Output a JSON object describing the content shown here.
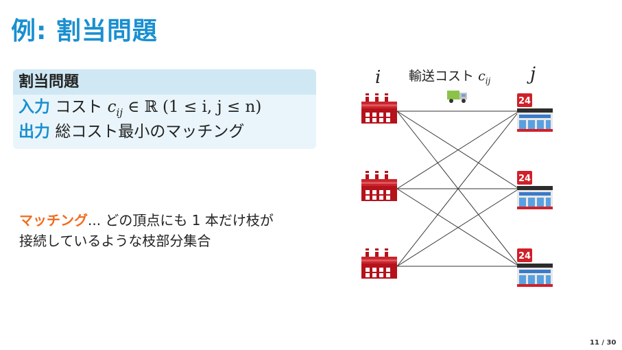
{
  "title": "例: 割当問題",
  "definition": {
    "header": "割当問題",
    "input": {
      "keyword": "入力",
      "text": "コスト",
      "math": "c",
      "math_sub": "ij",
      "math_rest": " ∈ ℝ (1 ≤ i, j ≤ n)"
    },
    "output": {
      "keyword": "出力",
      "text": "総コスト最小のマッチング"
    }
  },
  "matching": {
    "term": "マッチング",
    "line1_rest": "... どの頂点にも 1 本だけ枝が",
    "line2": "接続しているような枝部分集合"
  },
  "graph": {
    "left_label": "i",
    "right_label": "j",
    "cost_label": "輸送コスト",
    "cost_math": "c",
    "cost_math_sub": "ij",
    "left_icon": "factory-icon",
    "right_icon": "convenience-store-icon",
    "store_sign": "24",
    "truck_icon": "truck-icon",
    "edges": [
      [
        0,
        0
      ],
      [
        0,
        1
      ],
      [
        0,
        2
      ],
      [
        1,
        0
      ],
      [
        1,
        1
      ],
      [
        1,
        2
      ],
      [
        2,
        0
      ],
      [
        2,
        1
      ],
      [
        2,
        2
      ]
    ]
  },
  "colors": {
    "accent": "#1a8fd0",
    "highlight": "#f26b1d",
    "box_header": "#cfe8f4",
    "box_body": "#e9f5fb"
  },
  "page": "11 / 30"
}
